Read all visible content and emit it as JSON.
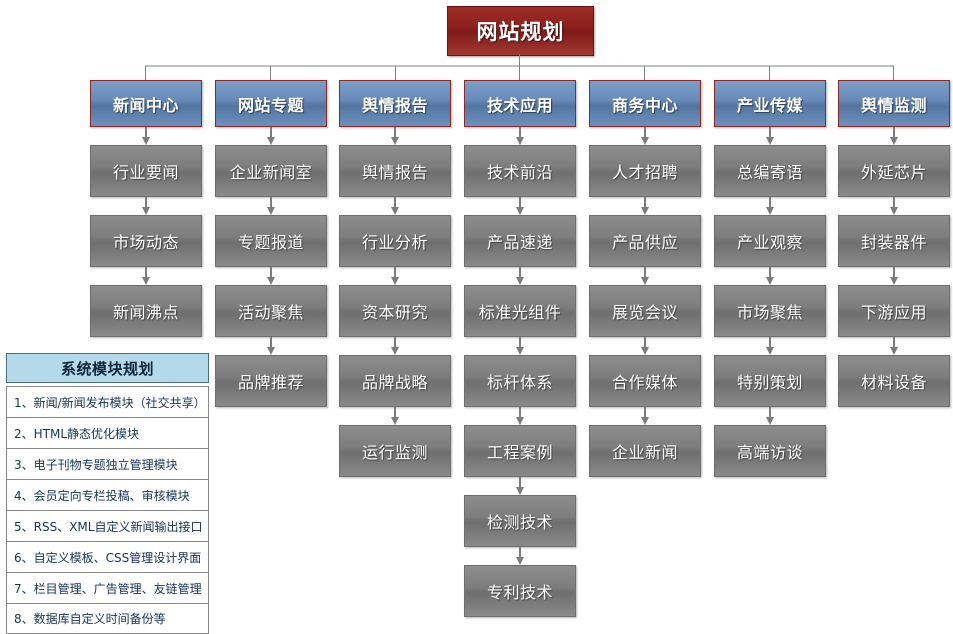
{
  "root": {
    "label": "网站规划",
    "fill_color": "#8e211d",
    "text_color": "#ffffff"
  },
  "palette": {
    "header_blue": "#6a8cbb",
    "header_border_red": "#8c2a26",
    "node_gray": "#7e7e7e",
    "legend_header_cyan": "#b4d9e8",
    "legend_text": "#17335c",
    "canvas": "#ffffff"
  },
  "columns": [
    {
      "header": "新闻中心",
      "nodes": [
        "行业要闻",
        "市场动态",
        "新闻沸点"
      ]
    },
    {
      "header": "网站专题",
      "nodes": [
        "企业新闻室",
        "专题报道",
        "活动聚焦",
        "品牌推荐"
      ]
    },
    {
      "header": "舆情报告",
      "nodes": [
        "舆情报告",
        "行业分析",
        "资本研究",
        "品牌战略",
        "运行监测"
      ]
    },
    {
      "header": "技术应用",
      "nodes": [
        "技术前沿",
        "产品速递",
        "标准光组件",
        "标杆体系",
        "工程案例",
        "检测技术",
        "专利技术"
      ]
    },
    {
      "header": "商务中心",
      "nodes": [
        "人才招聘",
        "产品供应",
        "展览会议",
        "合作媒体",
        "企业新闻"
      ]
    },
    {
      "header": "产业传媒",
      "nodes": [
        "总编寄语",
        "产业观察",
        "市场聚焦",
        "特别策划",
        "高端访谈"
      ]
    },
    {
      "header": "舆情监测",
      "nodes": [
        "外延芯片",
        "封装器件",
        "下游应用",
        "材料设备"
      ]
    }
  ],
  "legend": {
    "title": "系统模块规划",
    "items": [
      "1、新闻/新闻发布模块（社交共享）",
      "2、HTML静态优化模块",
      "3、电子刊物专题独立管理模块",
      "4、会员定向专栏投稿、审核模块",
      "5、RSS、XML自定义新闻输出接口",
      "6、自定义模板、CSS管理设计界面",
      "7、栏目管理、广告管理、友链管理",
      "8、数据库自定义时间备份等"
    ]
  }
}
